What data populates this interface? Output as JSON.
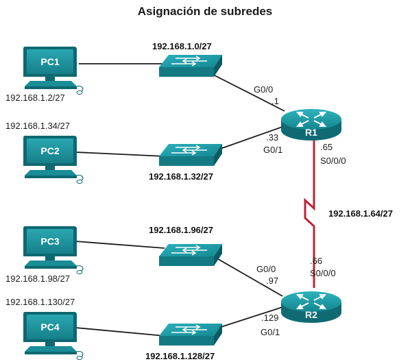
{
  "title": "Asignación de subredes",
  "colors": {
    "device": "#1b8f99",
    "device_dark": "#0f5e66",
    "serial": "#c0223b",
    "cable": "#1a1a1a"
  },
  "pcs": [
    {
      "label": "PC1",
      "ip": "192.168.1.2/27"
    },
    {
      "label": "PC2",
      "ip": "192.168.1.34/27"
    },
    {
      "label": "PC3",
      "ip": "192.168.1.98/27"
    },
    {
      "label": "PC4",
      "ip": "192.168.1.130/27"
    }
  ],
  "lans": [
    {
      "network": "192.168.1.0/27"
    },
    {
      "network": "192.168.1.32/27"
    },
    {
      "network": "192.168.1.96/27"
    },
    {
      "network": "192.168.1.128/27"
    }
  ],
  "routers": [
    {
      "label": "R1"
    },
    {
      "label": "R2"
    }
  ],
  "interfaces": {
    "r1_g00_name": "G0/0",
    "r1_g00_host": ".1",
    "r1_g01_host": ".33",
    "r1_g01_name": "G0/1",
    "r1_s000_host": ".65",
    "r1_s000_name": "S0/0/0",
    "r2_s000_host": ".66",
    "r2_s000_name": "S0/0/0",
    "r2_g00_name": "G0/0",
    "r2_g00_host": ".97",
    "r2_g01_host": ".129",
    "r2_g01_name": "G0/1"
  },
  "serial_link": {
    "network": "192.168.1.64/27"
  }
}
